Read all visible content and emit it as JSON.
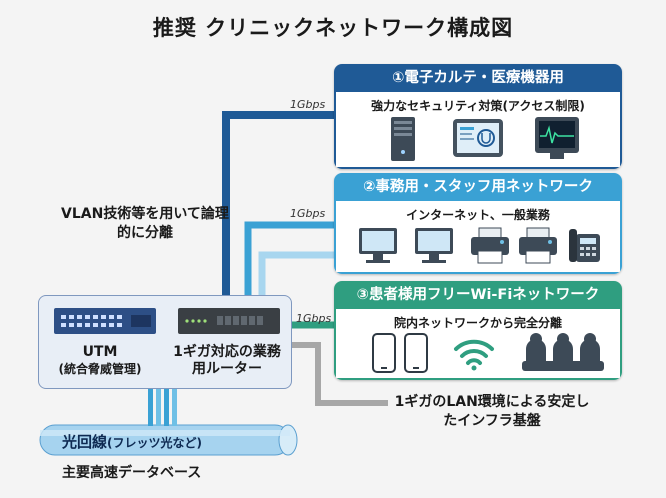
{
  "title": "推奨 クリニックネットワーク構成図",
  "panels": [
    {
      "header": "①電子カルテ・医療機器用",
      "subtitle": "強力なセキュリティ対策(アクセス制限)",
      "icons": [
        "server-icon",
        "ehr-tablet-icon",
        "medical-monitor-icon"
      ]
    },
    {
      "header": "②事務用・スタッフ用ネットワーク",
      "subtitle": "インターネット、一般業務",
      "icons": [
        "desktop-pc-icon",
        "desktop-pc-icon",
        "printer-icon",
        "printer-icon",
        "phone-icon"
      ]
    },
    {
      "header": "③患者様用フリーWi-Fiネットワーク",
      "subtitle": "院内ネットワークから完全分離",
      "icons": [
        "smartphone-icon",
        "smartphone-icon",
        "wifi-icon",
        "patients-waiting-icon"
      ]
    }
  ],
  "speeds": [
    "1Gbps",
    "1Gbps",
    "1Gbps"
  ],
  "vlan_note": "VLAN技術等を用いて論理的に分離",
  "utm": {
    "label": "UTM",
    "sub": "(統合脅威管理)"
  },
  "router": {
    "label": "1ギガ対応の業務用ルーター"
  },
  "fiber": {
    "label": "光回線",
    "paren": "(フレッツ光など)",
    "sub": "主要高速データベース"
  },
  "infra_note": "1ギガのLAN環境による安定したインフラ基盤",
  "colors": {
    "panel1": "#1f5a96",
    "panel2": "#3aa1d4",
    "panel3": "#2f9e80",
    "grey": "#9a9a9a"
  }
}
